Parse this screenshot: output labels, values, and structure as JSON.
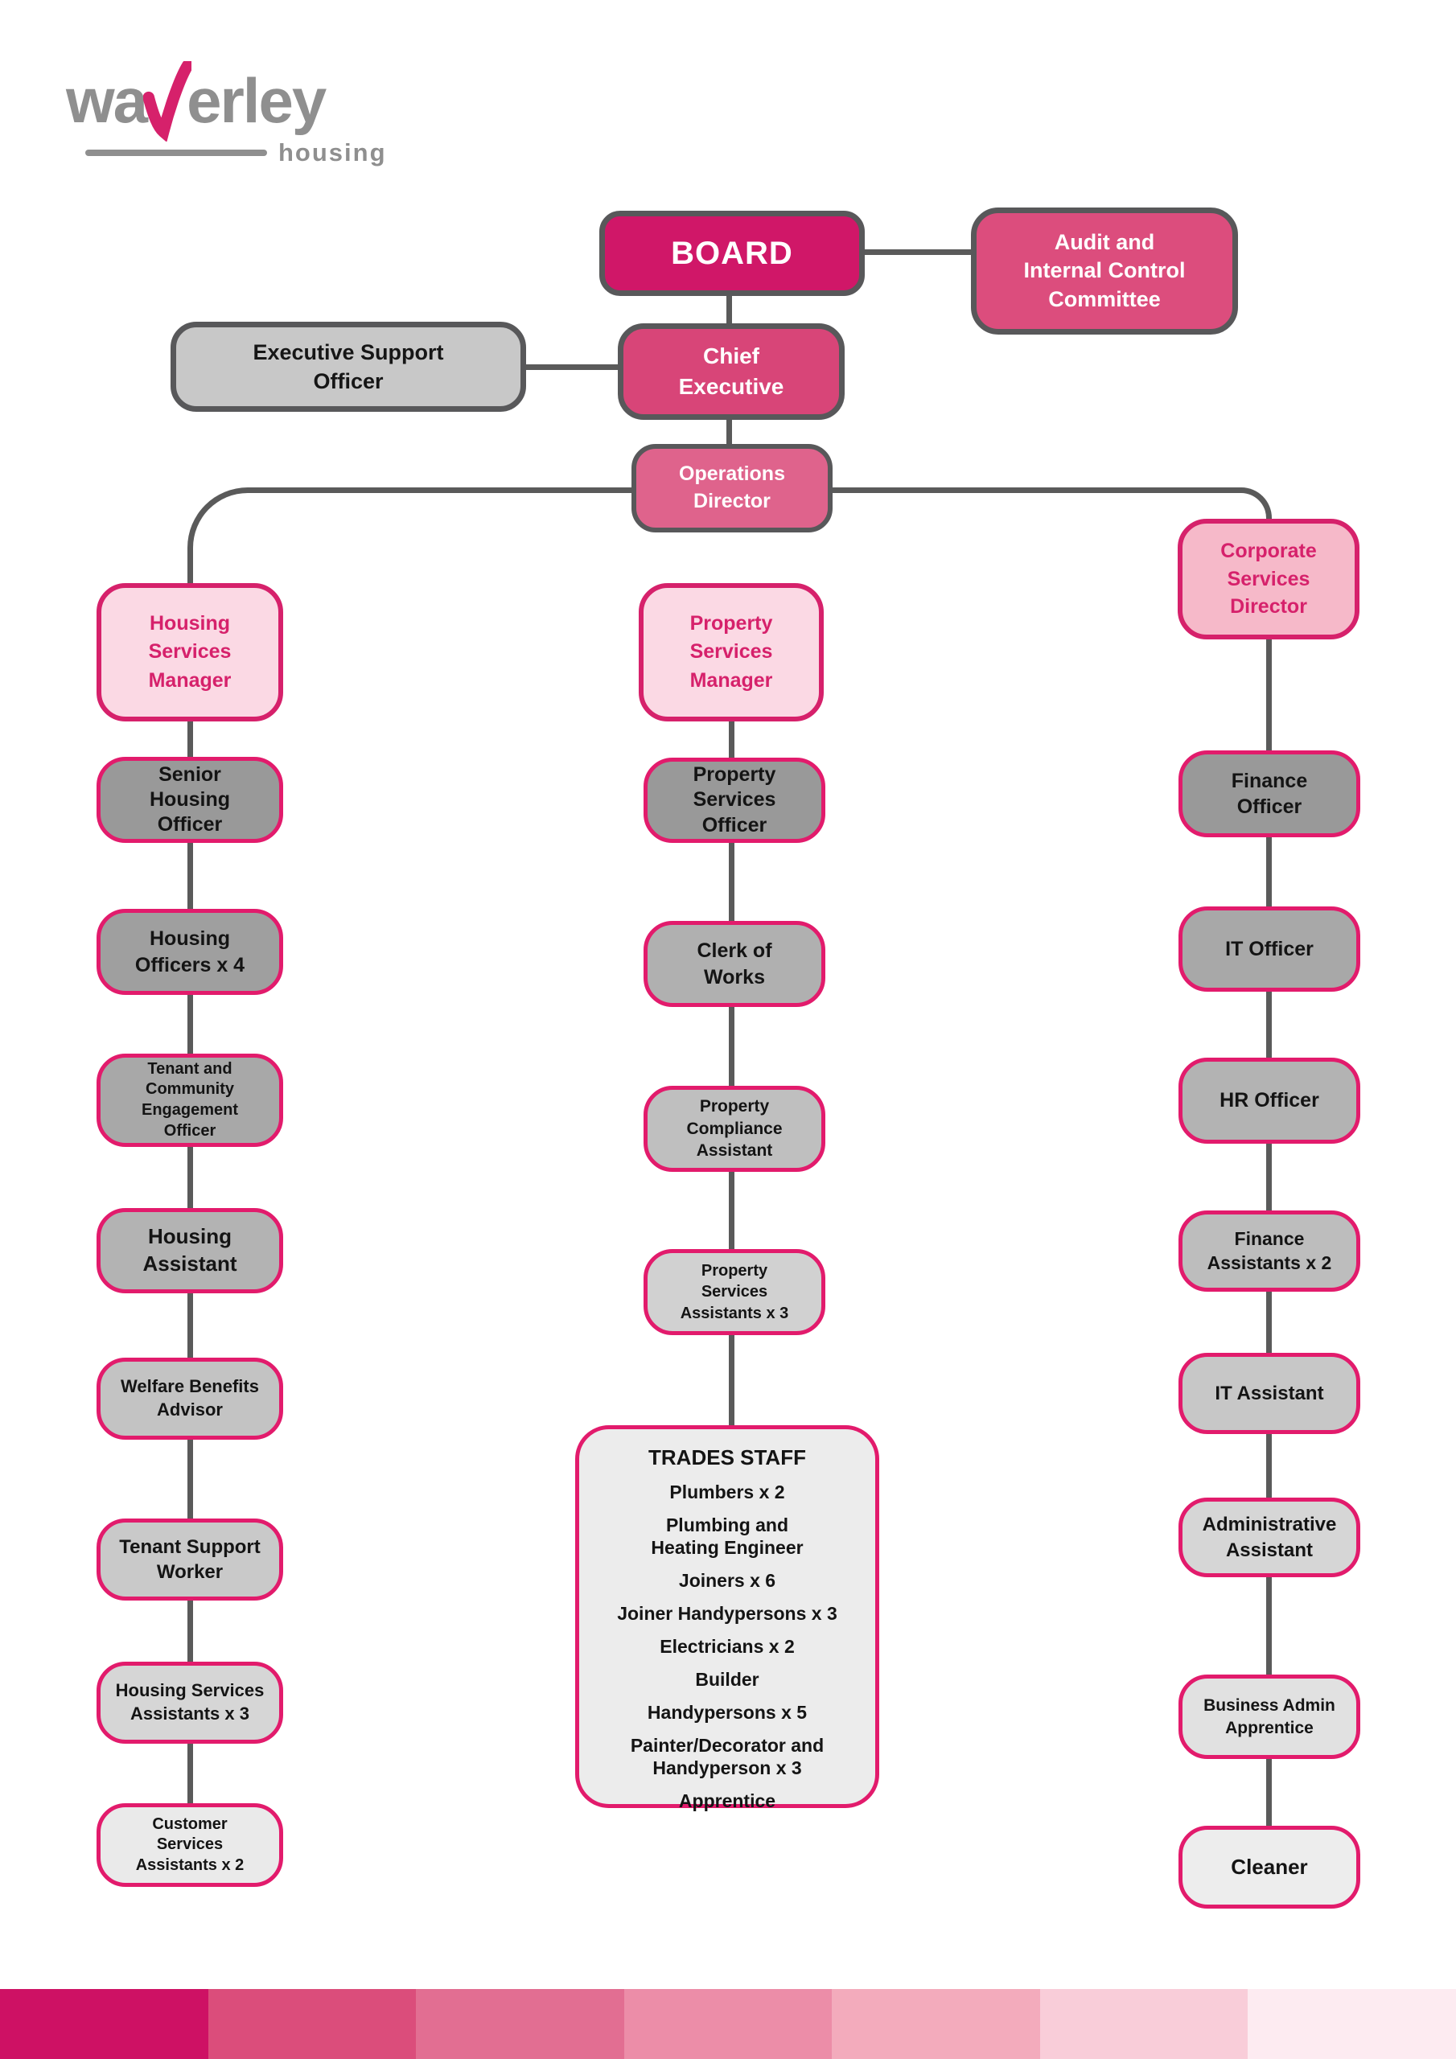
{
  "brand": {
    "logo_main_prefix": "wa",
    "logo_accent_letter": "v",
    "logo_main_suffix": "erley",
    "logo_subtitle": "housing",
    "accent_color": "#d6216b",
    "logo_gray": "#8f8f8f"
  },
  "chart": {
    "board": "BOARD",
    "audit_committee": "Audit and\nInternal Control\nCommittee",
    "executive_support_officer": "Executive Support\nOfficer",
    "chief_executive": "Chief\nExecutive",
    "operations_director": "Operations\nDirector",
    "housing_services_manager": "Housing\nServices\nManager",
    "property_services_manager": "Property\nServices\nManager",
    "corporate_services_director": "Corporate\nServices\nDirector",
    "housing_column": [
      "Senior\nHousing\nOfficer",
      "Housing\nOfficers x 4",
      "Tenant and\nCommunity\nEngagement\nOfficer",
      "Housing\nAssistant",
      "Welfare Benefits\nAdvisor",
      "Tenant Support\nWorker",
      "Housing Services\nAssistants x 3",
      "Customer\nServices\nAssistants x 2"
    ],
    "property_column": [
      "Property\nServices\nOfficer",
      "Clerk of\nWorks",
      "Property\nCompliance\nAssistant",
      "Property\nServices\nAssistants x 3"
    ],
    "trades": {
      "title": "TRADES STAFF",
      "items": [
        "Plumbers x 2",
        "Plumbing and\nHeating Engineer",
        "Joiners x 6",
        "Joiner Handypersons x 3",
        "Electricians x 2",
        "Builder",
        "Handypersons x 5",
        "Painter/Decorator and\nHandyperson x 3",
        "Apprentice"
      ]
    },
    "corporate_column": [
      "Finance\nOfficer",
      "IT Officer",
      "HR Officer",
      "Finance\nAssistants x 2",
      "IT Assistant",
      "Administrative\nAssistant",
      "Business Admin\nApprentice",
      "Cleaner"
    ]
  },
  "footer_palette": [
    "#ce1164",
    "#db4d7b",
    "#e26e92",
    "#ec8da8",
    "#f3abbc",
    "#f9cdd9",
    "#fdebf1"
  ]
}
